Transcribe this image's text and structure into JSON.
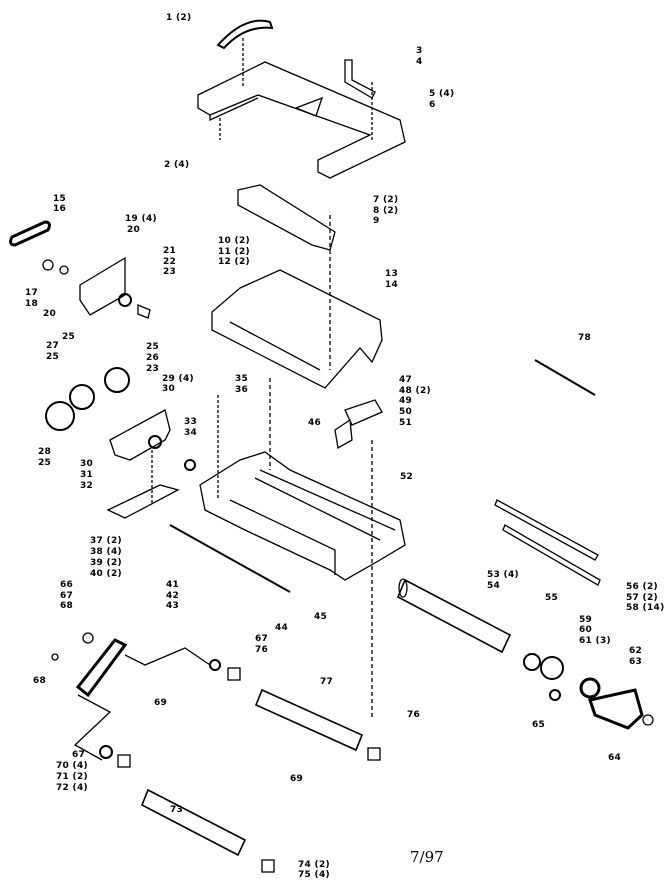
{
  "diagram": {
    "type": "exploded-parts-diagram",
    "line_color": "#000000",
    "background": "#ffffff",
    "date_code": "7/97",
    "callouts": [
      "1 (2)",
      "2 (4)",
      "3",
      "4",
      "5 (4)",
      "6",
      "7 (2)",
      "8 (2)",
      "9",
      "10 (2)",
      "11 (2)",
      "12 (2)",
      "13",
      "14",
      "15",
      "16",
      "17",
      "18",
      "19 (4)",
      "20",
      "20",
      "21",
      "22",
      "23",
      "25",
      "27",
      "25",
      "25",
      "26",
      "23",
      "29 (4)",
      "30",
      "28",
      "25",
      "30",
      "31",
      "32",
      "33",
      "34",
      "35",
      "36",
      "46",
      "47",
      "48 (2)",
      "49",
      "50",
      "51",
      "52",
      "78",
      "37 (2)",
      "38 (4)",
      "39 (2)",
      "40 (2)",
      "41",
      "42",
      "43",
      "44",
      "45",
      "53 (4)",
      "54",
      "55",
      "56 (2)",
      "57 (2)",
      "58 (14)",
      "66",
      "67",
      "68",
      "68",
      "67",
      "76",
      "77",
      "59",
      "60",
      "61 (3)",
      "62",
      "63",
      "65",
      "64",
      "69",
      "76",
      "67",
      "70 (4)",
      "71 (2)",
      "72 (4)",
      "73",
      "69",
      "74 (2)",
      "75 (4)"
    ]
  }
}
